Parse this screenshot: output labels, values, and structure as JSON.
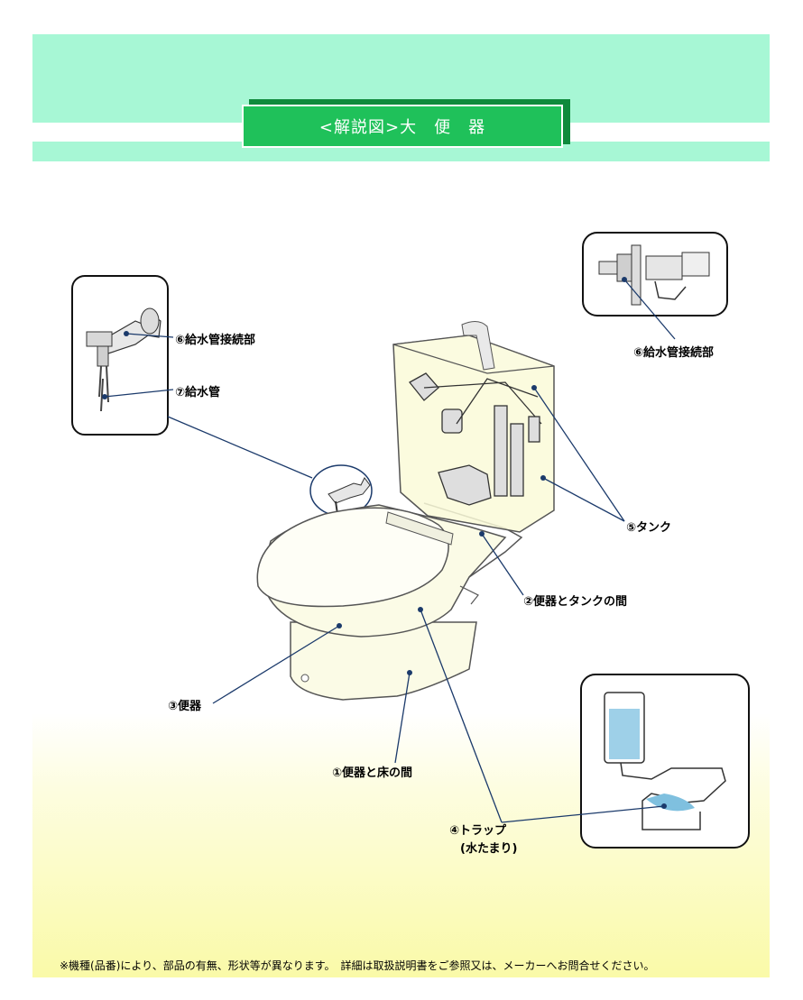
{
  "title": "<解説図>大　便　器",
  "labels": {
    "supply_connection_left": "⑥給水管接続部",
    "supply_pipe": "⑦給水管",
    "supply_connection_right": "⑥給水管接続部",
    "tank": "⑤タンク",
    "bowl_tank_gap": "②便器とタンクの間",
    "bowl": "③便器",
    "bowl_floor_gap": "①便器と床の間",
    "trap_line1": "④トラップ",
    "trap_line2": "(水たまり)"
  },
  "footer": {
    "note": "※機種(品番)により、部品の有無、形状等が異なります。　詳細は取扱説明書をご参照又は、メーカーへお問合せください。"
  },
  "colors": {
    "header_band": "#a7f7d5",
    "title_box": "#1fc15a",
    "leader_line": "#1b3a6b",
    "toilet_fill": "#fbfbe6"
  }
}
